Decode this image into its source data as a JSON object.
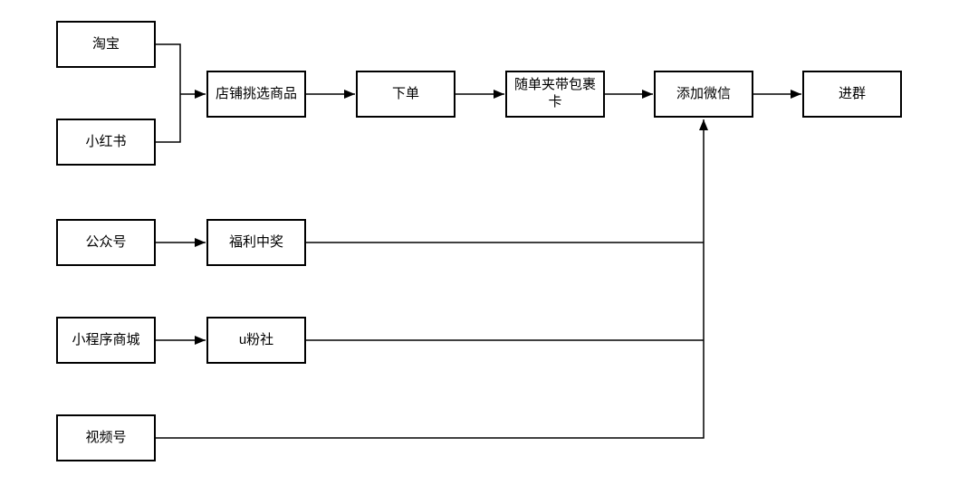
{
  "diagram": {
    "type": "flowchart",
    "colors": {
      "background": "#ffffff",
      "node_fill": "#ffffff",
      "node_stroke": "#000000",
      "edge_stroke": "#000000",
      "text": "#000000"
    },
    "nodes": {
      "taobao": "淘宝",
      "xiaohongshu": "小红书",
      "dianpu": "店铺挑选商品",
      "xiadan": "下单",
      "baoguoka": "随单夹带包裹卡",
      "weixin": "添加微信",
      "jinqun": "进群",
      "gongzhonghao": "公众号",
      "fuli": "福利中奖",
      "xiaochengxu": "小程序商城",
      "ufenshe": "u粉社",
      "shipinhao": "视频号"
    },
    "edges": [
      {
        "from": "taobao",
        "to": "dianpu",
        "arrow": true
      },
      {
        "from": "xiaohongshu",
        "to": "dianpu",
        "arrow": true
      },
      {
        "from": "dianpu",
        "to": "xiadan",
        "arrow": true
      },
      {
        "from": "xiadan",
        "to": "baoguoka",
        "arrow": true
      },
      {
        "from": "baoguoka",
        "to": "weixin",
        "arrow": true
      },
      {
        "from": "weixin",
        "to": "jinqun",
        "arrow": true
      },
      {
        "from": "gongzhonghao",
        "to": "fuli",
        "arrow": true
      },
      {
        "from": "fuli",
        "to": "weixin",
        "arrow": true
      },
      {
        "from": "xiaochengxu",
        "to": "ufenshe",
        "arrow": true
      },
      {
        "from": "ufenshe",
        "to": "weixin",
        "arrow": true
      },
      {
        "from": "shipinhao",
        "to": "weixin",
        "arrow": true
      }
    ]
  }
}
